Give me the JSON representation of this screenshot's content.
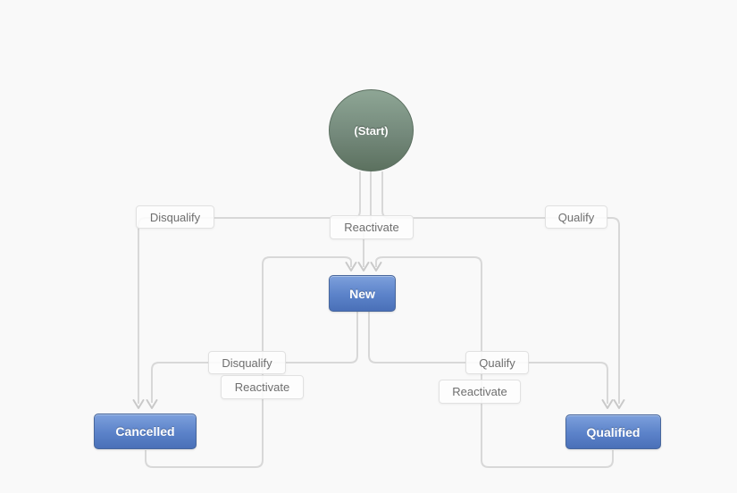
{
  "workflow": {
    "start": {
      "label": "(Start)"
    },
    "states": {
      "new": "New",
      "cancelled": "Cancelled",
      "qualified": "Qualified"
    },
    "transitions": {
      "disqualify_from_start": "Disqualify",
      "reactivate_into_new": "Reactivate",
      "qualify_from_start": "Qualify",
      "disqualify_from_new": "Disqualify",
      "reactivate_from_cancelled": "Reactivate",
      "qualify_from_new": "Qualify",
      "reactivate_from_qualified": "Reactivate"
    },
    "colors": {
      "background": "#f9f9f9",
      "connector": "#d8d8d8",
      "state_fill_top": "#7da0dc",
      "state_fill_bottom": "#4a70b8",
      "state_border": "#48679c",
      "start_fill_top": "#8ea695",
      "start_fill_bottom": "#5c715f",
      "label_text": "#6e6e6e"
    }
  }
}
